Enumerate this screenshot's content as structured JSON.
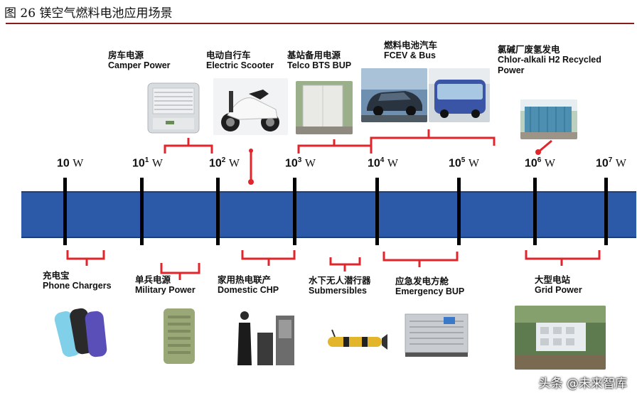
{
  "caption": "图 26  镁空气燃料电池应用场景",
  "axis": {
    "ticks": [
      {
        "base": "10",
        "exp": "",
        "unit": "W"
      },
      {
        "base": "10",
        "exp": "1",
        "unit": "W"
      },
      {
        "base": "10",
        "exp": "2",
        "unit": "W"
      },
      {
        "base": "10",
        "exp": "3",
        "unit": "W"
      },
      {
        "base": "10",
        "exp": "4",
        "unit": "W"
      },
      {
        "base": "10",
        "exp": "5",
        "unit": "W"
      },
      {
        "base": "10",
        "exp": "6",
        "unit": "W"
      },
      {
        "base": "10",
        "exp": "7",
        "unit": "W"
      }
    ]
  },
  "top_apps": [
    {
      "cn": "房车电源",
      "en": "Camper Power"
    },
    {
      "cn": "电动自行车",
      "en": "Electric Scooter"
    },
    {
      "cn": "基站备用电源",
      "en": "Telco BTS BUP"
    },
    {
      "cn": "燃料电池汽车",
      "en": "FCEV & Bus"
    },
    {
      "cn": "氯碱厂废氢发电",
      "en": "Chlor-alkali H2 Recycled Power"
    }
  ],
  "bottom_apps": [
    {
      "cn": "充电宝",
      "en": "Phone Chargers"
    },
    {
      "cn": "单兵电源",
      "en": "Military Power"
    },
    {
      "cn": "家用热电联产",
      "en": "Domestic CHP"
    },
    {
      "cn": "水下无人潜行器",
      "en": "Submersibles"
    },
    {
      "cn": "应急发电方舱",
      "en": "Emergency BUP"
    },
    {
      "cn": "大型电站",
      "en": "Grid Power"
    }
  ],
  "colors": {
    "timeline": "#2d5aa8",
    "bracket": "#e0262b",
    "rule": "#8b1a1a"
  },
  "watermark": "头条 @未来智库"
}
